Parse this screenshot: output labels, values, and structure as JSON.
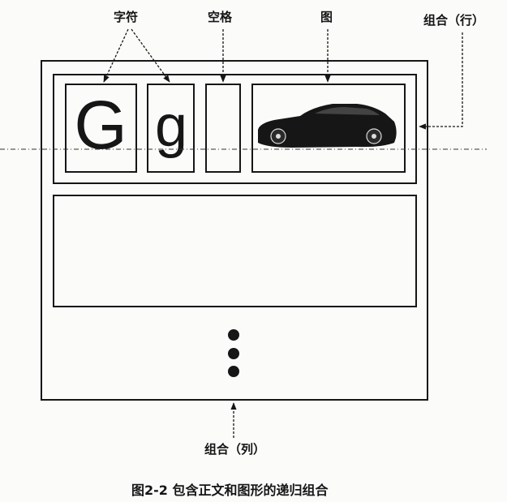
{
  "labels": {
    "character": "字符",
    "space": "空格",
    "image": "图",
    "row_composite": "组合（行）",
    "column_composite": "组合（列）"
  },
  "glyphs": {
    "upper": "G",
    "lower": "g"
  },
  "caption": "图2-2  包含正文和图形的递归组合",
  "icons": {
    "car": "car-silhouette-icon",
    "ellipsis": "vertical-ellipsis-icon"
  },
  "colors": {
    "ink": "#161616",
    "paper": "#fbfbfa"
  }
}
